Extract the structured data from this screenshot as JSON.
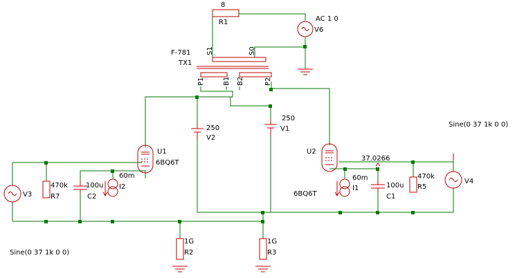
{
  "colors": {
    "wire": "#007a00",
    "component": "#c00000",
    "junction": "#007a00",
    "text": "#000000",
    "background": "#ffffff"
  },
  "components": {
    "r1": {
      "name": "R1",
      "value": "8"
    },
    "v6": {
      "name": "V6",
      "value": "AC 1 0"
    },
    "tx1": {
      "name": "TX1",
      "model": "F-781",
      "pins": {
        "s1": "S1",
        "s0": "S0",
        "p1": "P1",
        "b1": "B1",
        "b2": "B2",
        "p2": "P2"
      }
    },
    "v2": {
      "name": "V2",
      "value": "250"
    },
    "v1": {
      "name": "V1",
      "value": "250"
    },
    "u1": {
      "name": "U1",
      "model": "6BQ6T"
    },
    "u2": {
      "name": "U2",
      "model": "6BQ6T"
    },
    "v3": {
      "name": "V3",
      "value": "Sine(0 37 1k 0 0)"
    },
    "v4": {
      "name": "V4",
      "value": "Sine(0 37 1k 0 0)"
    },
    "r7": {
      "name": "R7",
      "value": "470k"
    },
    "r5": {
      "name": "R5",
      "value": "470k"
    },
    "c2": {
      "name": "C2",
      "value": "100u"
    },
    "c1": {
      "name": "C1",
      "value": "100u"
    },
    "i2": {
      "name": "I2",
      "value": "60m"
    },
    "i1": {
      "name": "I1",
      "value": "60m"
    },
    "r2": {
      "name": "R2",
      "value": "1G"
    },
    "r3": {
      "name": "R3",
      "value": "1G"
    }
  },
  "probe": {
    "value": "37.0266"
  }
}
